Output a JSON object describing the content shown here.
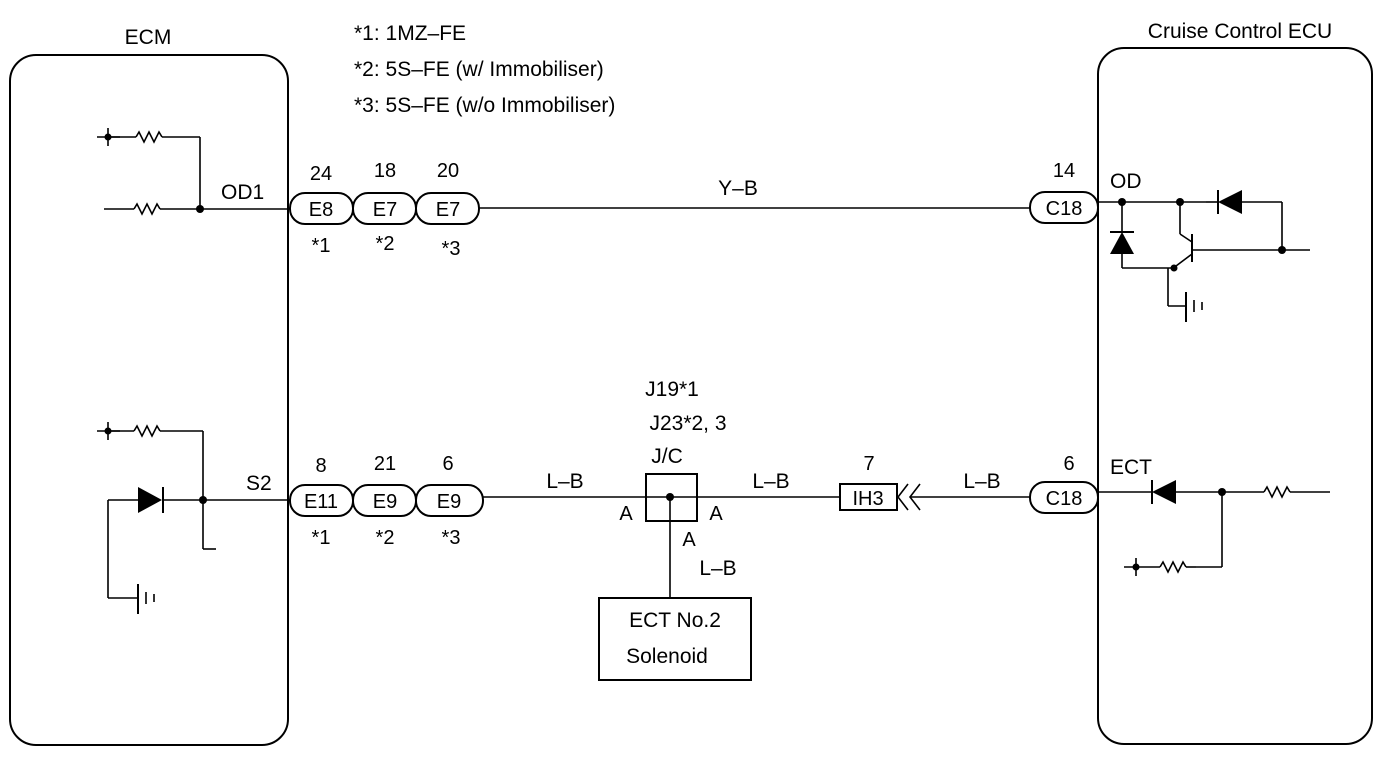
{
  "ecm": {
    "title": "ECM",
    "od_pin": "OD1",
    "s2_pin": "S2"
  },
  "cruise": {
    "title": "Cruise Control ECU",
    "od_pin": "OD",
    "ect_pin": "ECT"
  },
  "notes": {
    "n1": "*1: 1MZ–FE",
    "n2": "*2: 5S–FE (w/ Immobiliser)",
    "n3": "*3: 5S–FE (w/o Immobiliser)"
  },
  "od_connectors": [
    {
      "pin": "24",
      "code": "E8",
      "note": "*1"
    },
    {
      "pin": "18",
      "code": "E7",
      "note": "*2"
    },
    {
      "pin": "20",
      "code": "E7",
      "note": "*3"
    }
  ],
  "s2_connectors": [
    {
      "pin": "8",
      "code": "E11",
      "note": "*1"
    },
    {
      "pin": "21",
      "code": "E9",
      "note": "*2"
    },
    {
      "pin": "6",
      "code": "E9",
      "note": "*3"
    }
  ],
  "od_wire": {
    "color": "Y–B"
  },
  "cruise_od_connector": {
    "pin": "14",
    "code": "C18"
  },
  "cruise_ect_connector": {
    "pin": "6",
    "code": "C18"
  },
  "jc": {
    "line1": "J19*1",
    "line2": "J23*2, 3",
    "line3": "J/C",
    "pin_left": "A",
    "pin_right": "A",
    "pin_bottom": "A"
  },
  "ect_wires": {
    "left": "L–B",
    "mid": "L–B",
    "right": "L–B",
    "down": "L–B"
  },
  "ih_connector": {
    "pin": "7",
    "code": "IH3"
  },
  "solenoid": {
    "line1": "ECT No.2",
    "line2": "Solenoid"
  }
}
